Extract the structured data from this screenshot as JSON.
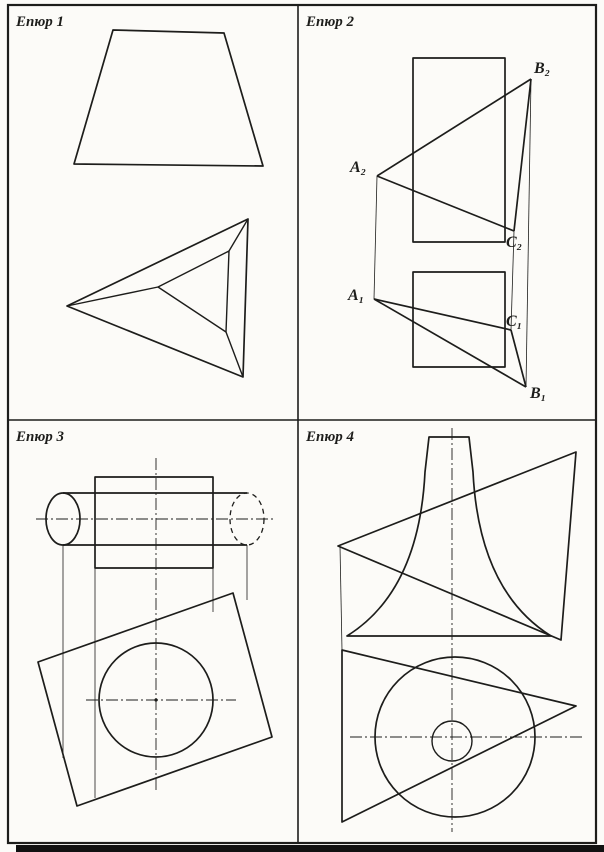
{
  "colors": {
    "ink": "#1d1d1b",
    "paper": "#fcfbf8"
  },
  "panels": [
    {
      "id": "epur-1",
      "label": "Епюр 1"
    },
    {
      "id": "epur-2",
      "label": "Епюр 2",
      "points": [
        {
          "id": "B2",
          "text": "B₂"
        },
        {
          "id": "A2",
          "text": "A₂"
        },
        {
          "id": "C2",
          "text": "C₂"
        },
        {
          "id": "A1",
          "text": "A₁"
        },
        {
          "id": "C1",
          "text": "C₁"
        },
        {
          "id": "B1",
          "text": "B₁"
        }
      ]
    },
    {
      "id": "epur-3",
      "label": "Епюр 3"
    },
    {
      "id": "epur-4",
      "label": "Епюр 4"
    }
  ]
}
